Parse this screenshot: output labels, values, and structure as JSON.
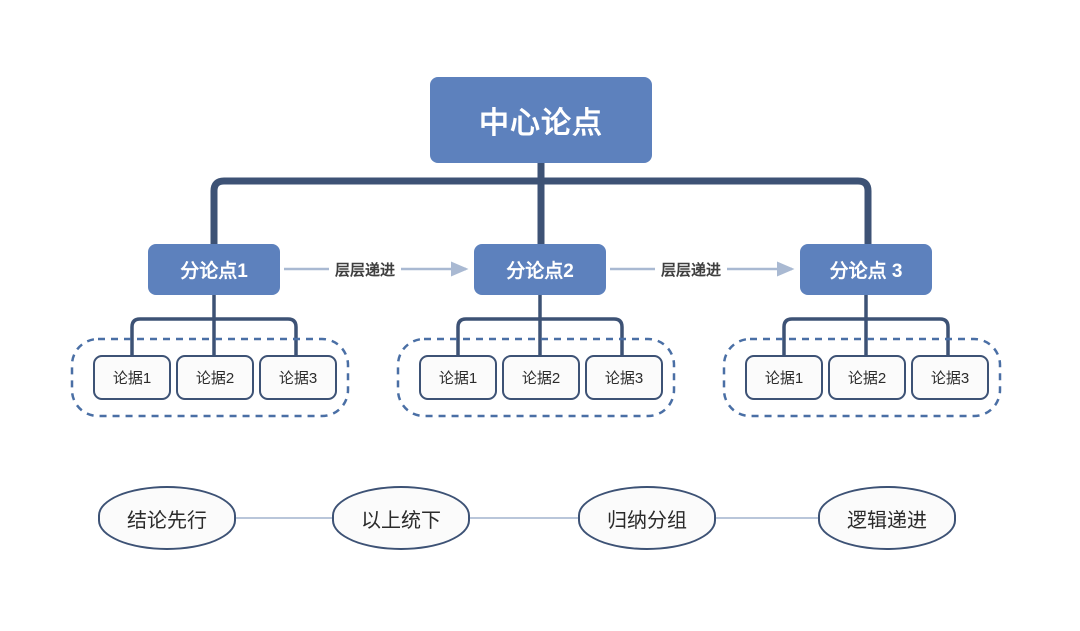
{
  "diagram": {
    "title_node": {
      "label": "中心论点"
    },
    "branches": [
      {
        "label": "分论点1"
      },
      {
        "label": "分论点2"
      },
      {
        "label": "分论点 3"
      }
    ],
    "edge_labels": [
      {
        "label": "层层递进"
      },
      {
        "label": "层层递进"
      }
    ],
    "evidence_groups": [
      {
        "items": [
          {
            "label": "论据1"
          },
          {
            "label": "论据2"
          },
          {
            "label": "论据3"
          }
        ]
      },
      {
        "items": [
          {
            "label": "论据1"
          },
          {
            "label": "论据2"
          },
          {
            "label": "论据3"
          }
        ]
      },
      {
        "items": [
          {
            "label": "论据1"
          },
          {
            "label": "论据2"
          },
          {
            "label": "论据3"
          }
        ]
      }
    ],
    "principles": [
      {
        "label": "结论先行"
      },
      {
        "label": "以上统下"
      },
      {
        "label": "归纳分组"
      },
      {
        "label": "逻辑递进"
      }
    ],
    "colors": {
      "node_fill": "#5d81bd",
      "node_text": "#ffffff",
      "connector": "#3d5275",
      "dashed_border": "#4a6fa5",
      "arrow": "#a9b9d2",
      "leaf_border": "#3d5275",
      "leaf_fill": "#fbfbfb",
      "background": "#ffffff"
    }
  }
}
